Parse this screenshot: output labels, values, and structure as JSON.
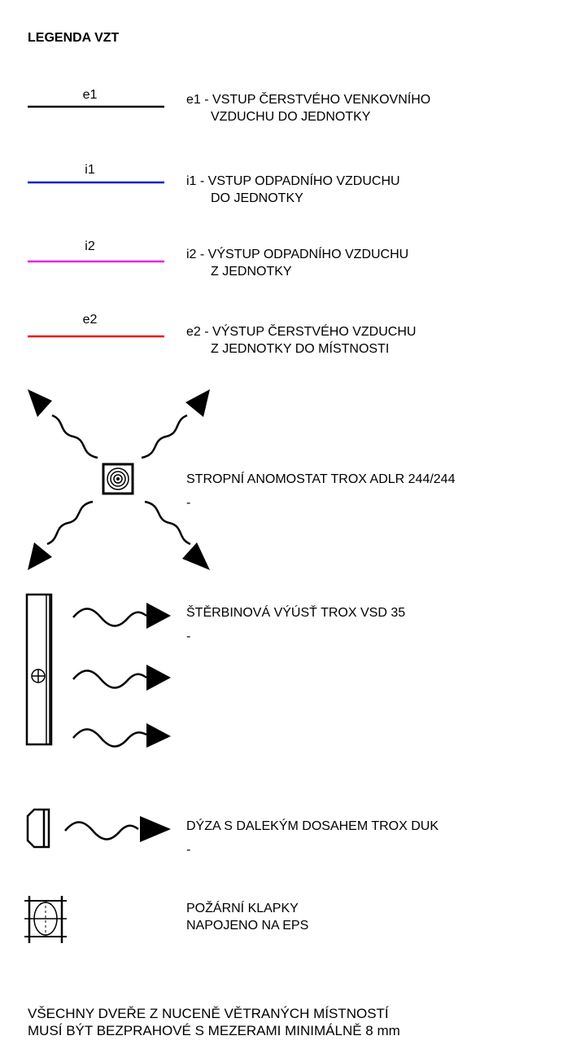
{
  "title": "LEGENDA VZT",
  "lines": [
    {
      "code": "e1",
      "color": "#000000",
      "desc1": "e1 - VSTUP ČERSTVÉHO VENKOVNÍHO",
      "desc2": "VZDUCHU DO JEDNOTKY"
    },
    {
      "code": "i1",
      "color": "#0a1fd6",
      "desc1": "i1 - VSTUP ODPADNÍHO VZDUCHU",
      "desc2": "DO JEDNOTKY"
    },
    {
      "code": "i2",
      "color": "#ee1ee0",
      "desc1": "i2 - VÝSTUP ODPADNÍHO VZDUCHU",
      "desc2": "Z JEDNOTKY"
    },
    {
      "code": "e2",
      "color": "#ee1111",
      "desc1": "e2 - VÝSTUP ČERSTVÉHO VZDUCHU",
      "desc2": "Z JEDNOTKY DO MÍSTNOSTI"
    }
  ],
  "symbols": [
    {
      "icon": "ceiling-diffuser-icon",
      "desc1": "STROPNÍ ANOMOSTAT TROX ADLR 244/244",
      "desc2": "-"
    },
    {
      "icon": "slot-diffuser-icon",
      "desc1": "ŠTĚRBINOVÁ VÝÚSŤ TROX VSD 35",
      "desc2": "-"
    },
    {
      "icon": "long-throw-nozzle-icon",
      "desc1": "DÝZA  S DALEKÝM DOSAHEM TROX DUK",
      "desc2": "-"
    },
    {
      "icon": "fire-damper-icon",
      "desc1": "POŽÁRNÍ KLAPKY",
      "desc2": "NAPOJENO NA EPS"
    }
  ],
  "note": {
    "line1": "VŠECHNY DVEŘE Z NUCENĚ VĚTRANÝCH MÍSTNOSTÍ",
    "line2": "MUSÍ BÝT BEZPRAHOVÉ S MEZERAMI MINIMÁLNĚ 8 mm"
  }
}
